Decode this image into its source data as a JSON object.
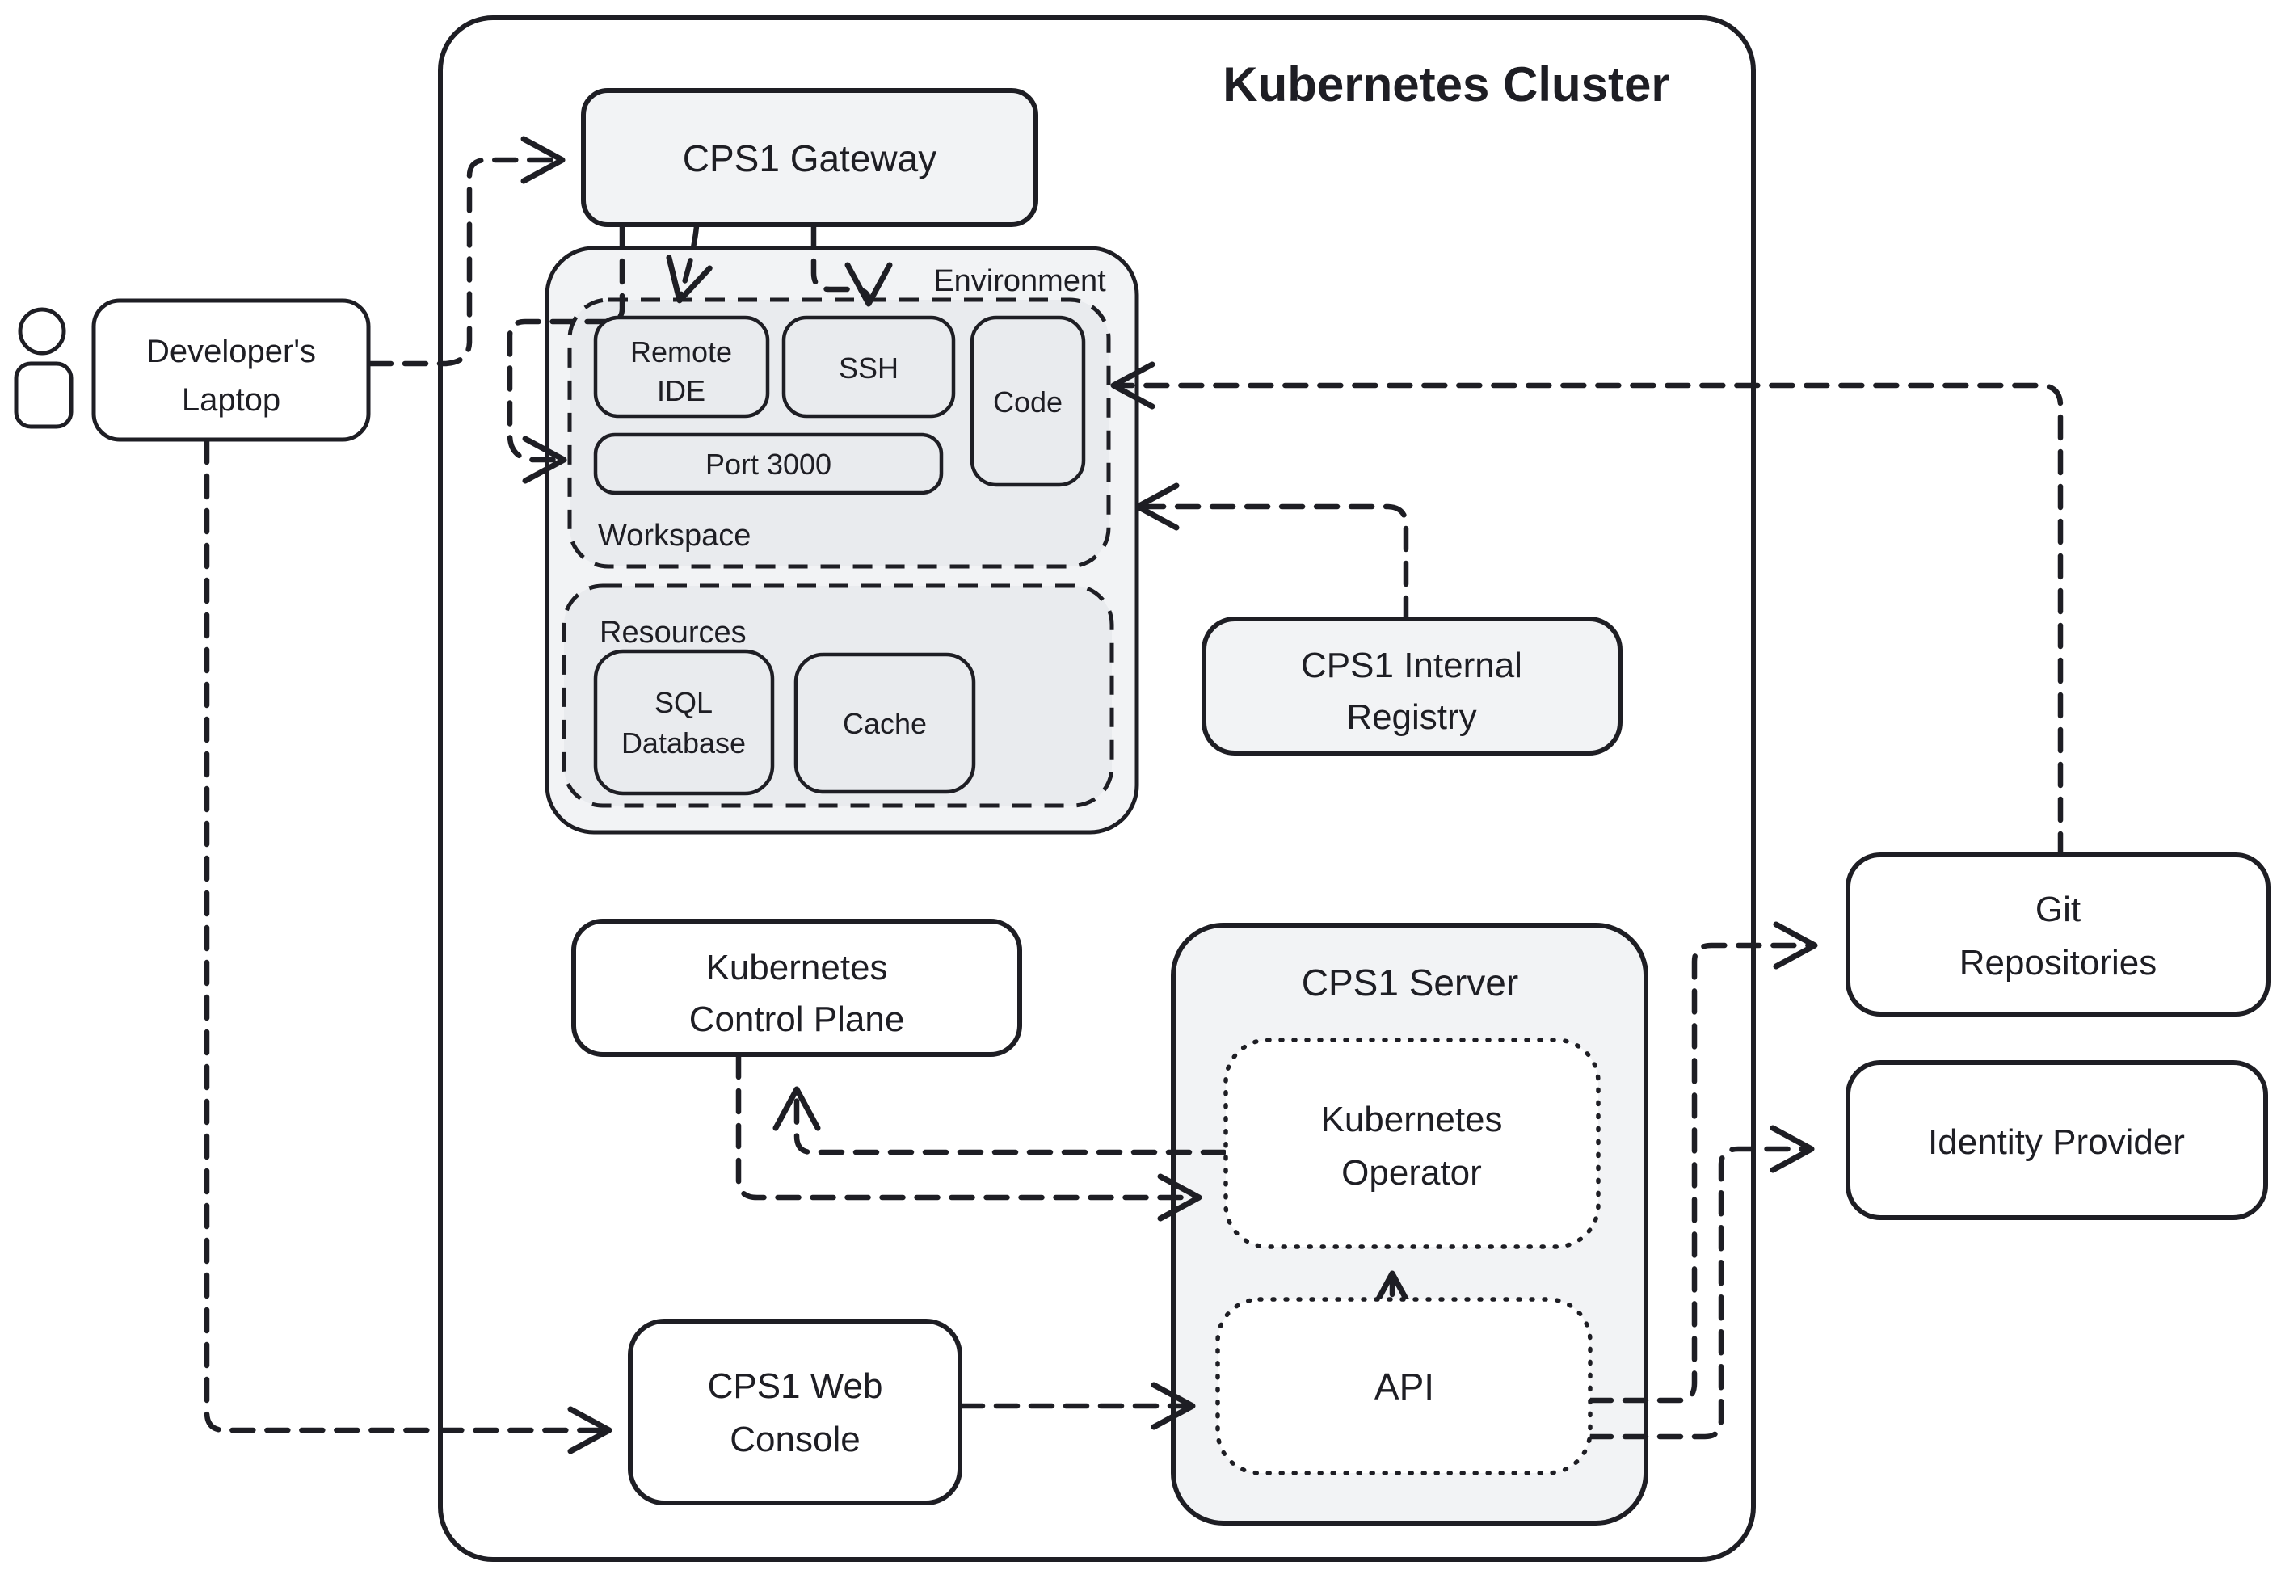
{
  "title": "Kubernetes Cluster",
  "nodes": {
    "developer_laptop": {
      "label1": "Developer's",
      "label2": "Laptop"
    },
    "cps1_gateway": {
      "label": "CPS1 Gateway"
    },
    "environment": {
      "label": "Environment"
    },
    "workspace": {
      "label": "Workspace"
    },
    "remote_ide": {
      "label1": "Remote",
      "label2": "IDE"
    },
    "ssh": {
      "label": "SSH"
    },
    "code": {
      "label": "Code"
    },
    "port_3000": {
      "label": "Port 3000"
    },
    "resources": {
      "label": "Resources"
    },
    "sql_database": {
      "label1": "SQL",
      "label2": "Database"
    },
    "cache": {
      "label": "Cache"
    },
    "cps1_internal_registry": {
      "label1": "CPS1 Internal",
      "label2": "Registry"
    },
    "kubernetes_control_plane": {
      "label1": "Kubernetes",
      "label2": "Control Plane"
    },
    "cps1_server": {
      "label": "CPS1 Server"
    },
    "kubernetes_operator": {
      "label1": "Kubernetes",
      "label2": "Operator"
    },
    "api": {
      "label": "API"
    },
    "cps1_web_console": {
      "label1": "CPS1 Web",
      "label2": "Console"
    },
    "git_repositories": {
      "label1": "Git",
      "label2": "Repositories"
    },
    "identity_provider": {
      "label": "Identity Provider"
    }
  },
  "edges": [
    {
      "from": "developer-laptop",
      "to": "cps1-gateway"
    },
    {
      "from": "developer-laptop",
      "to": "cps1-web-console"
    },
    {
      "from": "cps1-gateway",
      "to": "remote-ide"
    },
    {
      "from": "cps1-gateway",
      "to": "ssh"
    },
    {
      "from": "cps1-gateway",
      "to": "port-3000"
    },
    {
      "from": "cps1-internal-registry",
      "to": "workspace"
    },
    {
      "from": "git-repositories",
      "to": "code"
    },
    {
      "from": "kubernetes-operator",
      "to": "kubernetes-control-plane"
    },
    {
      "from": "kubernetes-control-plane",
      "to": "kubernetes-operator"
    },
    {
      "from": "cps1-web-console",
      "to": "api"
    },
    {
      "from": "api",
      "to": "kubernetes-operator"
    },
    {
      "from": "api",
      "to": "git-repositories"
    },
    {
      "from": "api",
      "to": "identity-provider"
    }
  ],
  "colors": {
    "ink": "#1e1e24",
    "surface": "#f2f3f5",
    "surface_dark": "#e9ebee",
    "background": "#ffffff"
  }
}
